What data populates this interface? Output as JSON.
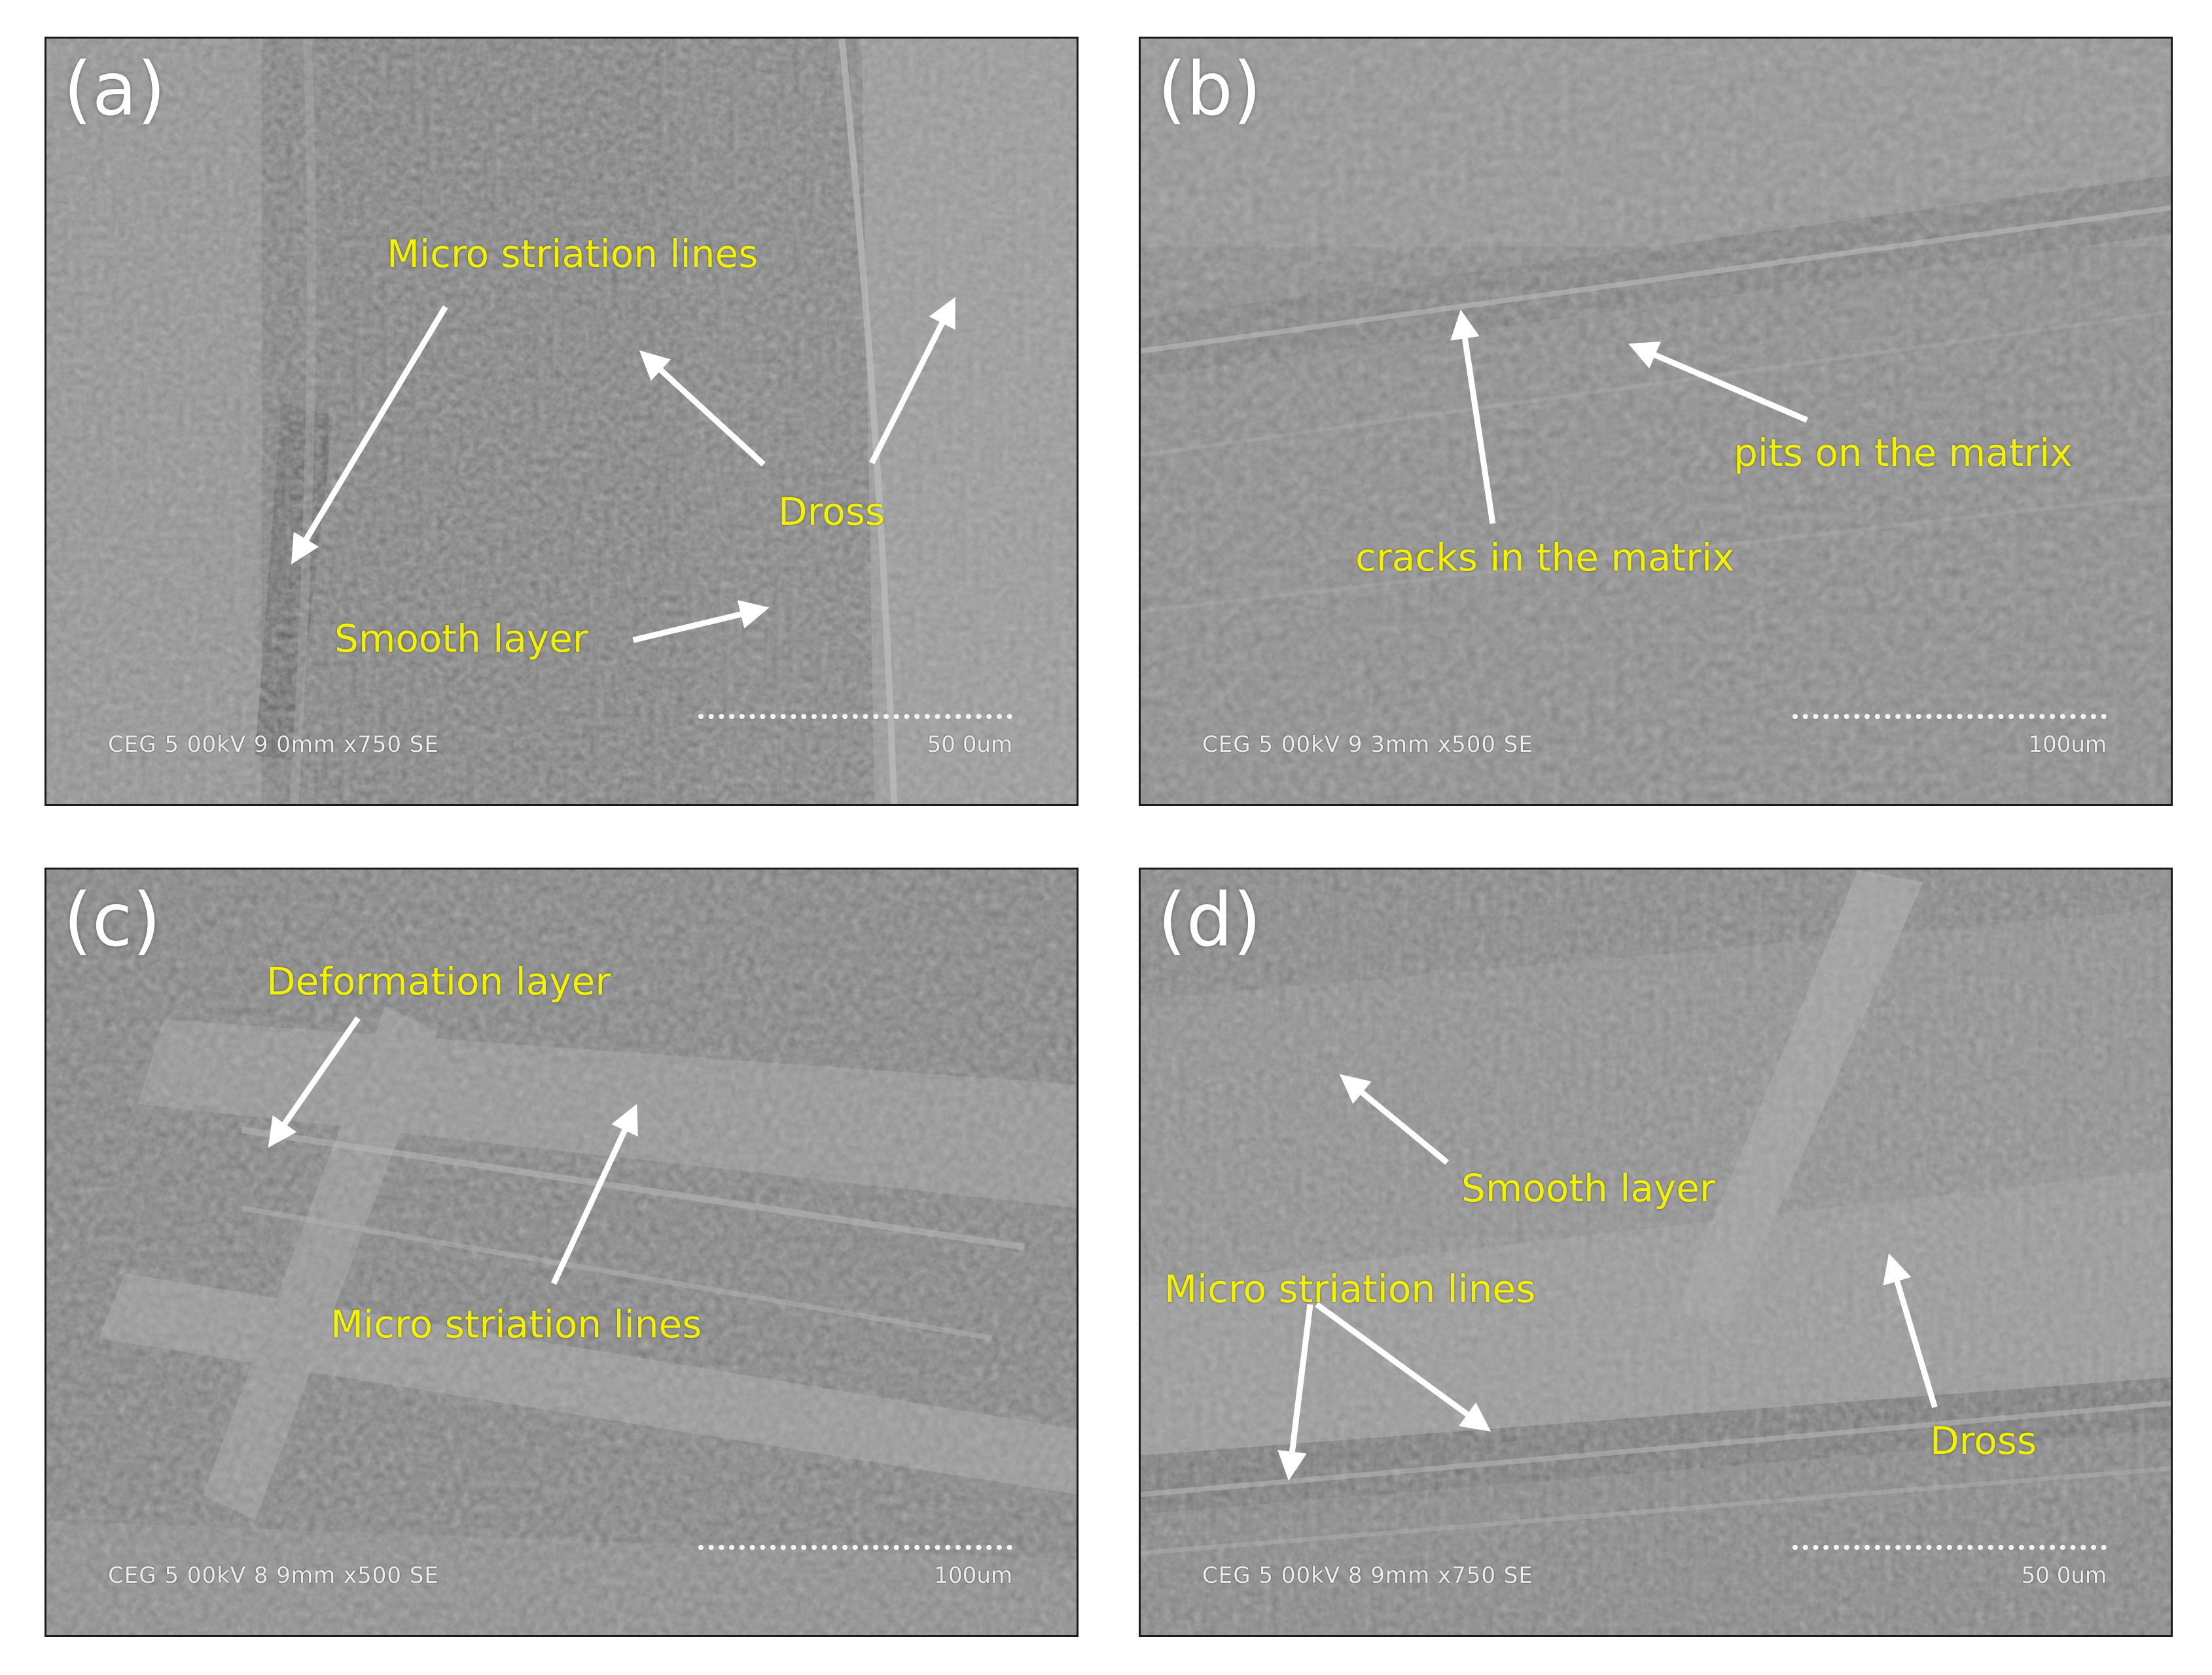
{
  "colors": {
    "annotation_text": "#f2f200",
    "arrow": "#ffffff",
    "panel_label": "#ffffff",
    "sem_base": "#7b7b7b"
  },
  "panels": [
    {
      "label": "(a)",
      "annotations": [
        "Micro striation lines",
        "Dross",
        "Smooth layer"
      ],
      "meta": "CEG 5 00kV 9 0mm x750 SE",
      "scale": "50 0um"
    },
    {
      "label": "(b)",
      "annotations": [
        "pits on the matrix",
        "cracks in the matrix"
      ],
      "meta": "CEG 5 00kV 9 3mm x500 SE",
      "scale": "100um"
    },
    {
      "label": "(c)",
      "annotations": [
        "Deformation layer",
        "Micro striation lines"
      ],
      "meta": "CEG 5 00kV 8 9mm x500 SE",
      "scale": "100um"
    },
    {
      "label": "(d)",
      "annotations": [
        "Smooth layer",
        "Micro striation lines",
        "Dross"
      ],
      "meta": "CEG 5 00kV 8 9mm x750 SE",
      "scale": "50 0um"
    }
  ]
}
